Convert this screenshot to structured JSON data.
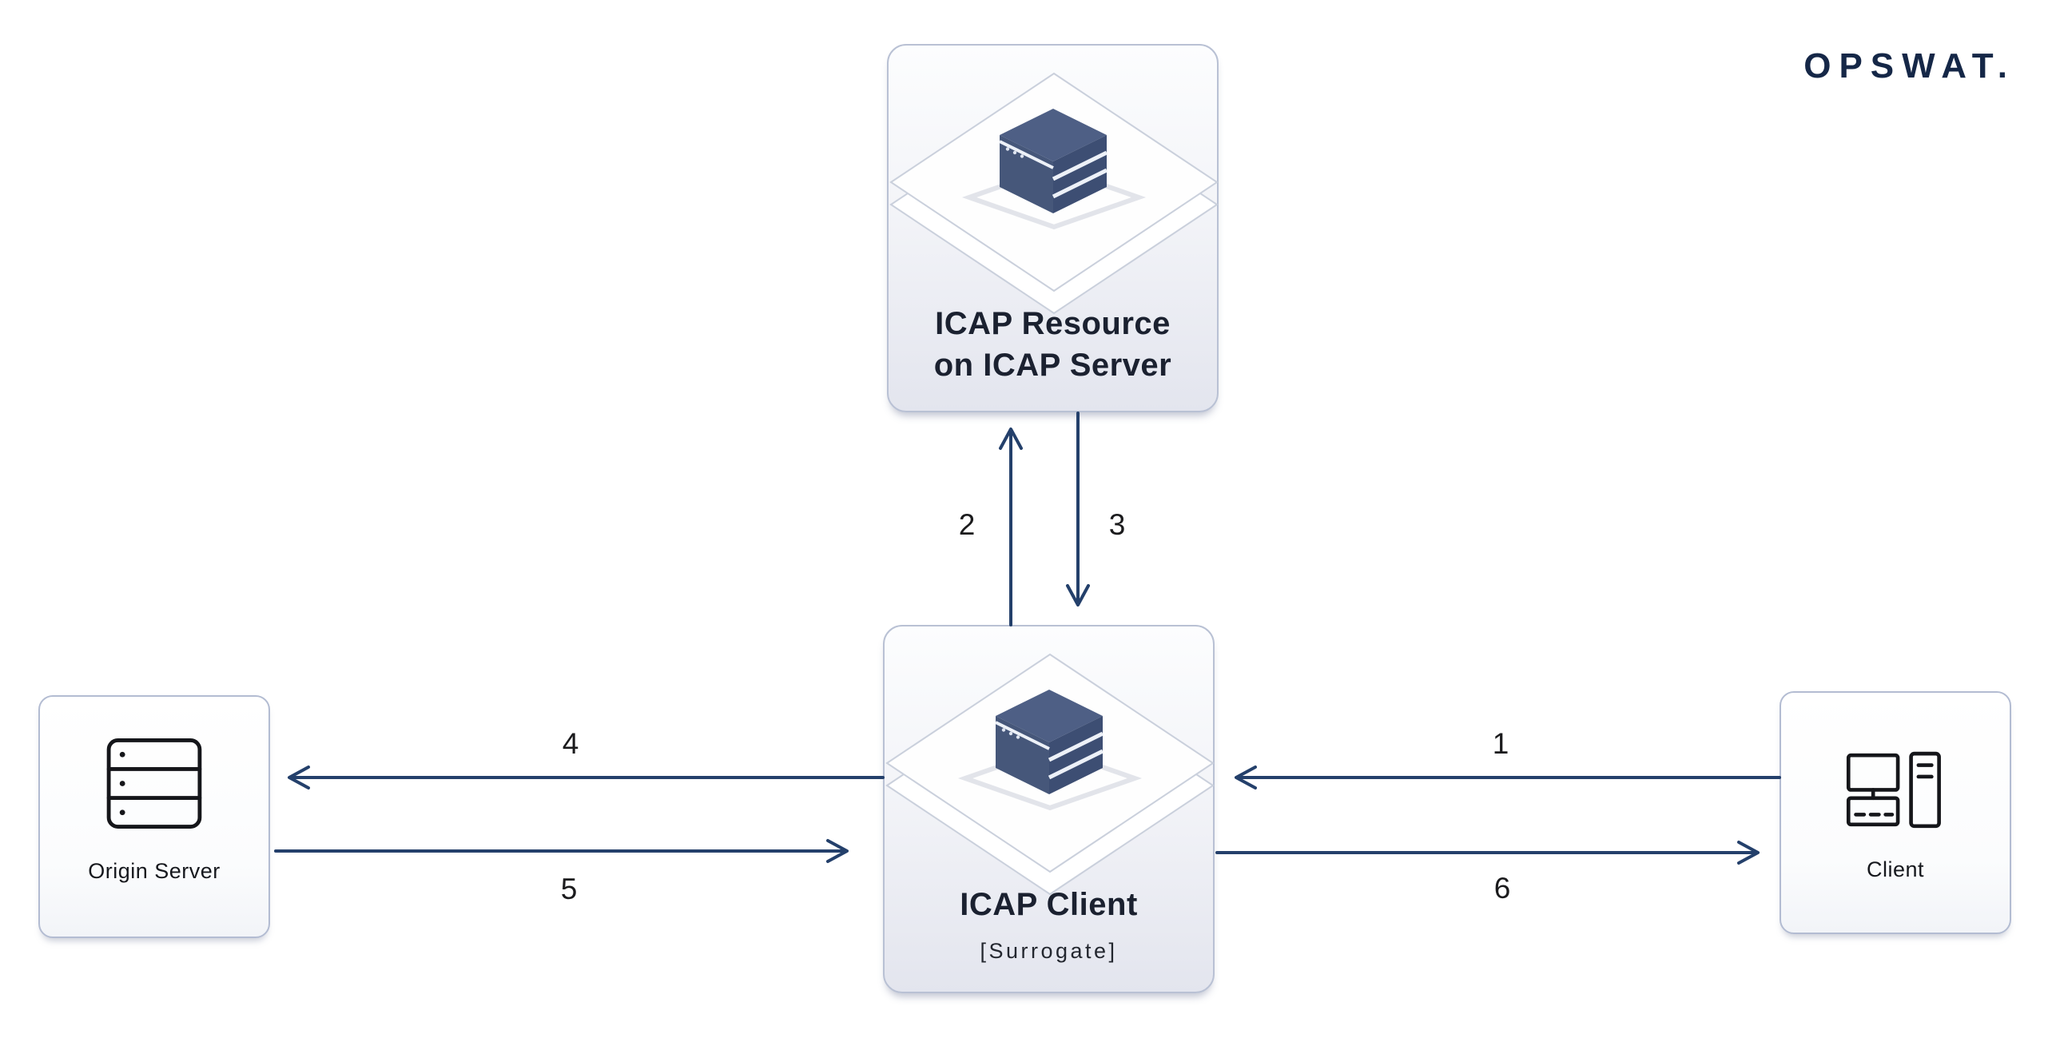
{
  "brand": {
    "logo_text": "OPSWAT."
  },
  "nodes": {
    "icap_server": {
      "title_line1": "ICAP Resource",
      "title_line2": "on ICAP Server",
      "icon": "isometric-server-cube"
    },
    "icap_client": {
      "title": "ICAP Client",
      "subtitle": "[Surrogate]",
      "icon": "isometric-server-cube"
    },
    "origin_server": {
      "label": "Origin Server",
      "icon": "server-rack"
    },
    "client": {
      "label": "Client",
      "icon": "desktop-computer"
    }
  },
  "arrows": [
    {
      "label": "1",
      "from": "Client",
      "to": "ICAP Client",
      "direction": "left"
    },
    {
      "label": "2",
      "from": "ICAP Client",
      "to": "ICAP Resource on ICAP Server",
      "direction": "up"
    },
    {
      "label": "3",
      "from": "ICAP Resource on ICAP Server",
      "to": "ICAP Client",
      "direction": "down"
    },
    {
      "label": "4",
      "from": "ICAP Client",
      "to": "Origin Server",
      "direction": "left"
    },
    {
      "label": "5",
      "from": "Origin Server",
      "to": "ICAP Client",
      "direction": "right"
    },
    {
      "label": "6",
      "from": "ICAP Client",
      "to": "Client",
      "direction": "right"
    }
  ],
  "colors": {
    "arrow": "#24406b",
    "logo": "#152747",
    "card_border": "#b9c1d4",
    "diamond_border": "#cad0dc",
    "cube_top": "#4e5f85",
    "cube_left": "#46577a",
    "cube_right": "#3d4e73",
    "title_text": "#1b2130"
  }
}
